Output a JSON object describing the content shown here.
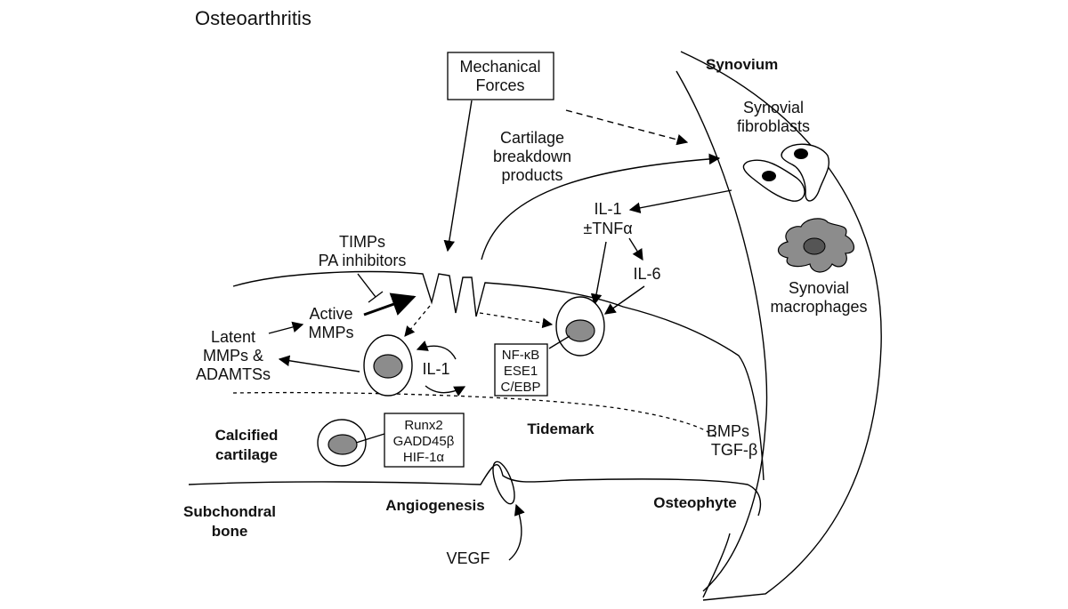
{
  "title": "Osteoarthritis",
  "labels": {
    "mechanical_forces_1": "Mechanical",
    "mechanical_forces_2": "Forces",
    "synovium": "Synovium",
    "synovial_fibroblasts_1": "Synovial",
    "synovial_fibroblasts_2": "fibroblasts",
    "cartilage_breakdown_1": "Cartilage",
    "cartilage_breakdown_2": "breakdown",
    "cartilage_breakdown_3": "products",
    "il1_tnf_1": "IL-1",
    "il1_tnf_2": "±TNFα",
    "il6": "IL-6",
    "timps": "TIMPs",
    "pa_inhibitors": "PA inhibitors",
    "active_mmps_1": "Active",
    "active_mmps_2": "MMPs",
    "latent_1": "Latent",
    "latent_2": "MMPs &",
    "latent_3": "ADAMTSs",
    "il1_loop": "IL-1",
    "synovial_macrophages_1": "Synovial",
    "synovial_macrophages_2": "macrophages",
    "calcified_1": "Calcified",
    "calcified_2": "cartilage",
    "tidemark": "Tidemark",
    "bmps": "BMPs",
    "tgfb": "TGF-β",
    "subchondral_1": "Subchondral",
    "subchondral_2": "bone",
    "angiogenesis": "Angiogenesis",
    "osteophyte": "Osteophyte",
    "vegf": "VEGF"
  },
  "tf_box": [
    "NF-κB",
    "ESE1",
    "C/EBP"
  ],
  "hyp_box": [
    "Runx2",
    "GADD45β",
    "HIF-1α"
  ]
}
